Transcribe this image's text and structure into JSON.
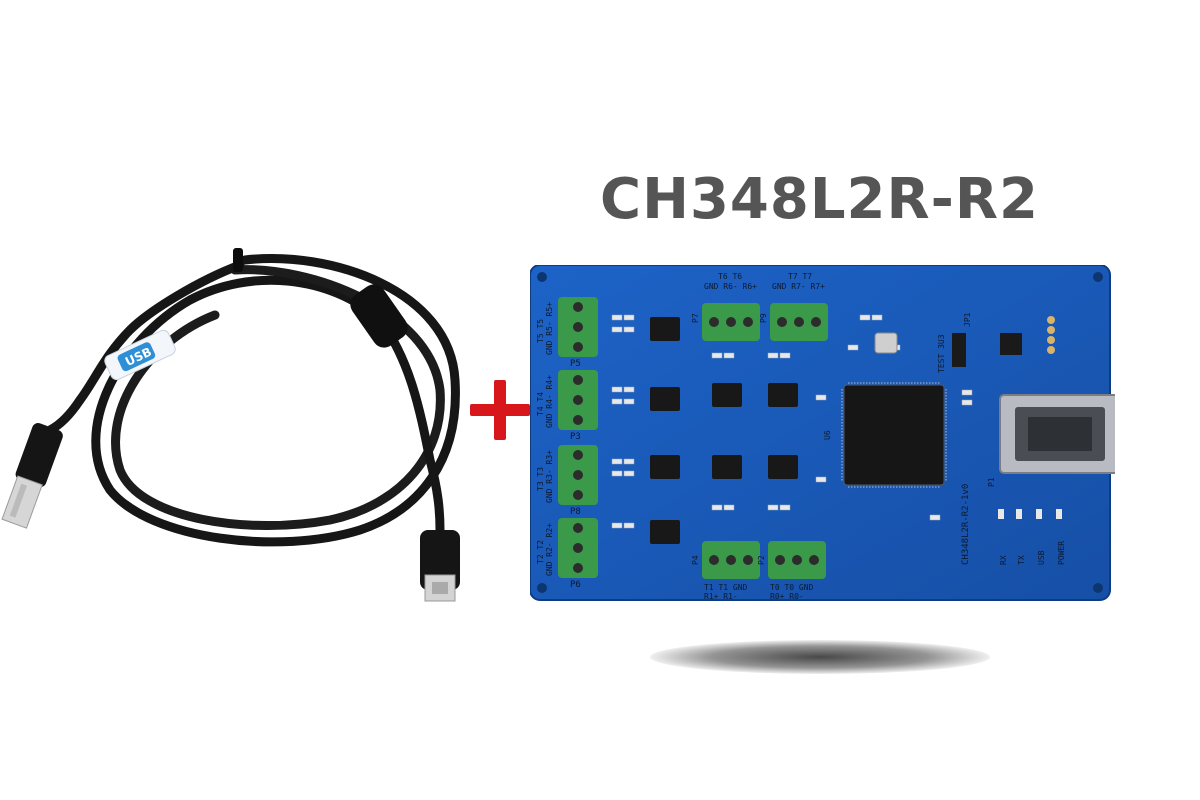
{
  "title": "CH348L2R-R2",
  "board": {
    "version_label": "CH348L2R-R2-1v0",
    "jp_label": "TEST 3U3",
    "jp_name": "JP1",
    "connectors": [
      {
        "name": "P5",
        "pins": "GND R5- R5+",
        "sub": "T5  T5"
      },
      {
        "name": "P3",
        "pins": "GND R4- R4+",
        "sub": "T4  T4"
      },
      {
        "name": "P8",
        "pins": "GND R3- R3+",
        "sub": "T3  T3"
      },
      {
        "name": "P6",
        "pins": "GND R2- R2+",
        "sub": "T2  T2"
      }
    ],
    "top_connectors": [
      {
        "name": "P7",
        "pins": "GND R6- R6+",
        "sub": "T6  T6"
      },
      {
        "name": "P9",
        "pins": "GND R7- R7+",
        "sub": "T7  T7"
      }
    ],
    "bottom_connectors": [
      {
        "name": "P4",
        "pins": "T1  T1  GND",
        "sub": "R1+ R1-"
      },
      {
        "name": "P2",
        "pins": "T0  T0  GND",
        "sub": "R0+ R0-"
      }
    ],
    "leds": [
      "RX",
      "TX",
      "USB",
      "POWER"
    ],
    "chip_label": "U6",
    "usb_label": "P1"
  },
  "cable": {
    "label": "USB"
  }
}
